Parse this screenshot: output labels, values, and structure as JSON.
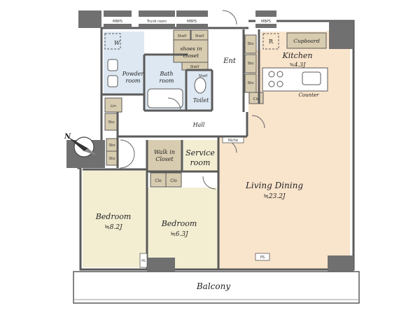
{
  "floorplan": {
    "rooms": {
      "kitchen": "Kitchen",
      "kitchen_area": "≒4.3J",
      "cupboard": "Cupboard",
      "counter": "Counter",
      "living_dining": "Living Dining",
      "living_area": "≒23.2J",
      "bedroom_left": "Bedroom",
      "bedroom_left_area": "≒8.2J",
      "bedroom_mid": "Bedroom",
      "bedroom_mid_area": "≒6.3J",
      "service_room_line1": "Service",
      "service_room_line2": "room",
      "walk_in_closet_line1": "Walk in",
      "walk_in_closet_line2": "Closet",
      "bath_line1": "Bath",
      "bath_line2": "room",
      "powder_line1": "Powder",
      "powder_line2": "room",
      "toilet": "Toilet",
      "hall": "Hall",
      "entrance": "Ent",
      "balcony": "Balcony",
      "shoes_line1": "shoes in",
      "shoes_line2": "closet",
      "niche": "Niche"
    },
    "small_labels": {
      "mbps": "MBPS",
      "trunk_room": "Trunk room",
      "shelf": "Shelf",
      "sto": "Sto",
      "clo": "Clo",
      "lin": "Lin",
      "ps": "PS",
      "w": "W",
      "r": "R"
    },
    "compass": "N",
    "colors": {
      "living": "#f9e4cc",
      "bedroom": "#f3eed2",
      "wet": "#dde8f2",
      "closet": "#d8ccb0",
      "wall": "#5a5a5a",
      "column": "#707070"
    }
  }
}
